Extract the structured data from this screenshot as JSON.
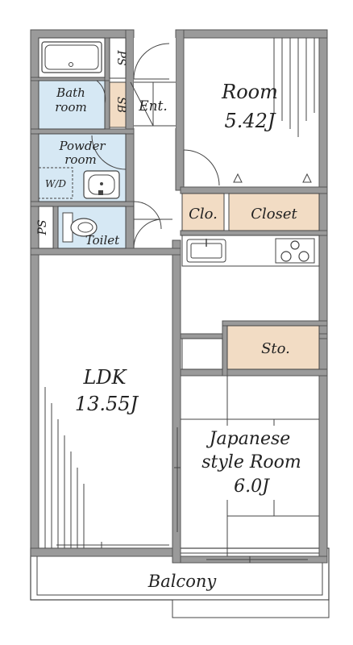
{
  "colors": {
    "wall": "#9a9a9a",
    "wet_area": "#d6e8f4",
    "storage": "#f2dcc4",
    "outline": "#444444",
    "text": "#222222"
  },
  "rooms": {
    "room": {
      "name": "Room",
      "size": "5.42J"
    },
    "ldk": {
      "name": "LDK",
      "size": "13.55J"
    },
    "japanese": {
      "line1": "Japanese",
      "line2": "style Room",
      "size": "6.0J"
    },
    "bath": {
      "line1": "Bath",
      "line2": "room"
    },
    "powder": {
      "line1": "Powder",
      "line2": "room"
    },
    "wd": "W/D",
    "toilet": "Toilet",
    "entrance": "Ent.",
    "sb": "SB",
    "ps_top": "PS",
    "ps_bottom": "PS",
    "clo": "Clo.",
    "closet": "Closet",
    "storage": "Sto.",
    "balcony": "Balcony"
  },
  "icons": [
    "bathtub-icon",
    "washbasin-icon",
    "toilet-icon",
    "kitchen-sink-icon",
    "gas-stove-icon"
  ]
}
